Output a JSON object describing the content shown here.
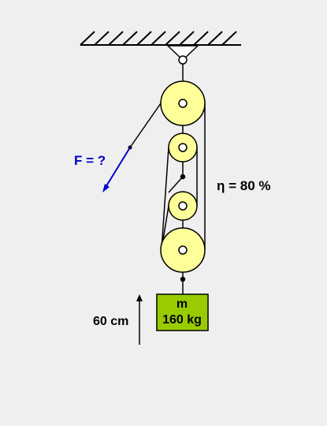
{
  "labels": {
    "force": "F = ?",
    "efficiency": "η = 80 %",
    "displacement": "60 cm",
    "mass_symbol": "m",
    "mass_value": "160 kg"
  },
  "colors": {
    "background": "#efefef",
    "pulley_fill": "#ffff99",
    "mass_fill": "#99cc00",
    "force_color": "#0000cc",
    "line_color": "#000000"
  }
}
